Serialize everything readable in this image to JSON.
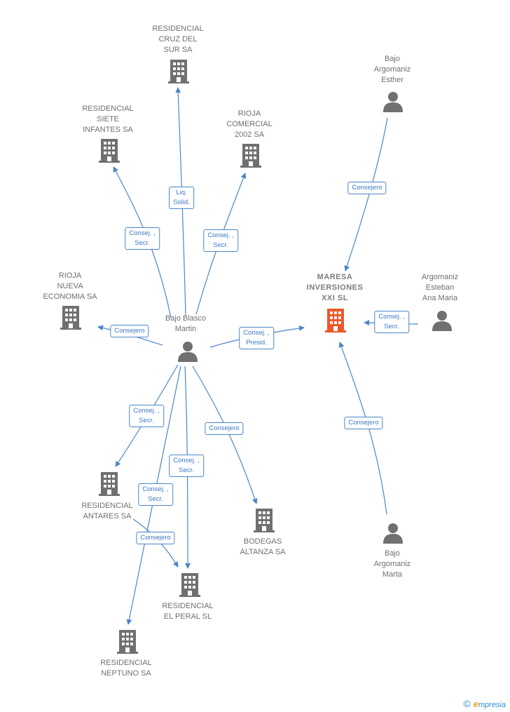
{
  "nodes": {
    "cruz_del_sur": {
      "label": "RESIDENCIAL\nCRUZ DEL\nSUR SA",
      "type": "company"
    },
    "siete_infantes": {
      "label": "RESIDENCIAL\nSIETE\nINFANTES SA",
      "type": "company"
    },
    "rioja_comercial": {
      "label": "RIOJA\nCOMERCIAL\n2002 SA",
      "type": "company"
    },
    "rioja_nueva": {
      "label": "RIOJA\nNUEVA\nECONOMIA SA",
      "type": "company"
    },
    "bajo_blasco": {
      "label": "Bajo Blasco\nMartin",
      "type": "person"
    },
    "maresa": {
      "label": "MARESA\nINVERSIONES\nXXI  SL",
      "type": "focus"
    },
    "bajo_esther": {
      "label": "Bajo\nArgomaniz\nEsther",
      "type": "person"
    },
    "argomaniz_ana": {
      "label": "Argomaniz\nEsteban\nAna Maria",
      "type": "person"
    },
    "bajo_marta": {
      "label": "Bajo\nArgomaniz\nMarta",
      "type": "person"
    },
    "antares": {
      "label": "RESIDENCIAL\nANTARES SA",
      "type": "company"
    },
    "bodegas": {
      "label": "BODEGAS\nALTANZA SA",
      "type": "company"
    },
    "el_peral": {
      "label": "RESIDENCIAL\nEL PERAL SL",
      "type": "company"
    },
    "neptuno": {
      "label": "RESIDENCIAL\nNEPTUNO SA",
      "type": "company"
    }
  },
  "edges": {
    "liq_solid": "Liq.\nSolid.",
    "siete_consej": "Consej. ,\nSecr.",
    "rioja_com_consej": "Consej. ,\nSecr.",
    "rioja_nueva_consejero": "Consejero",
    "maresa_consej_presid": "Consej. ,\nPresid.",
    "esther_consejero": "Consejero",
    "ana_consej": "Consej. ,\nSecr.",
    "marta_consejero": "Consejero",
    "antares_consej": "Consej. ,\nSecr.",
    "peral_consej": "Consej. ,\nSecr.",
    "bodegas_consejero": "Consejero",
    "neptuno_consej": "Consej. ,\nSecr.",
    "antares_peral_consejero": "Consejero"
  },
  "brand": {
    "copyright": "©",
    "e": "e",
    "rest": "mpresia"
  },
  "colors": {
    "edge": "#4a86c8",
    "icon": "#707070",
    "focus_icon": "#f0562a"
  }
}
